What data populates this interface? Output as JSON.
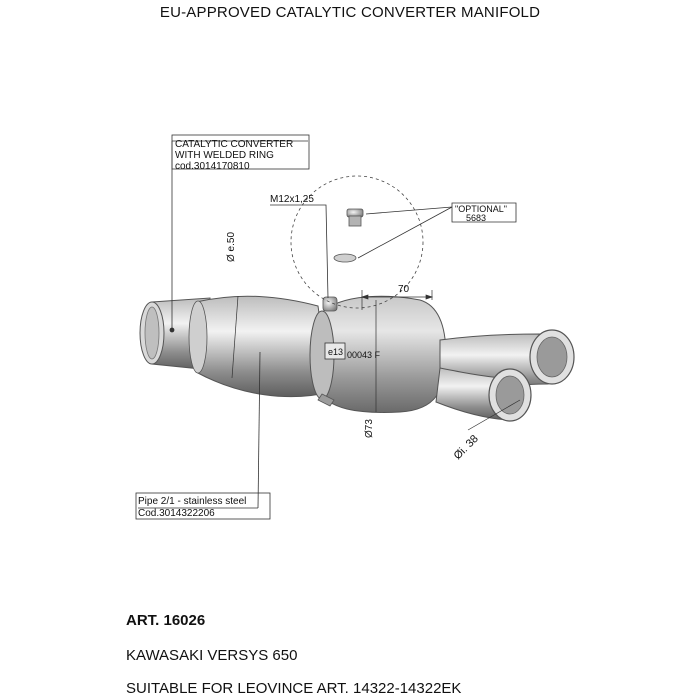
{
  "title": "EU-APPROVED CATALYTIC CONVERTER MANIFOLD",
  "callouts": {
    "catalytic": [
      "CATALYTIC CONVERTER",
      "WITH WELDED RING",
      "cod.3014170810"
    ],
    "thread": "M12x1,25",
    "optional": [
      "\"OPTIONAL\"",
      "5683"
    ],
    "pipe": [
      "Pipe 2/1 - stainless steel",
      "Cod.3014322206"
    ]
  },
  "dimensions": {
    "length": "70",
    "inlet_diameter": "Ø e.50",
    "body_diameter": "Ø73",
    "outlet_diameter": "Øi. 38"
  },
  "marking": {
    "logo": "e13",
    "code": "00043 F"
  },
  "footer": {
    "article": "ART. 16026",
    "model": "KAWASAKI VERSYS 650",
    "compatibility": "SUITABLE FOR LEOVINCE ART. 14322-14322EK"
  }
}
